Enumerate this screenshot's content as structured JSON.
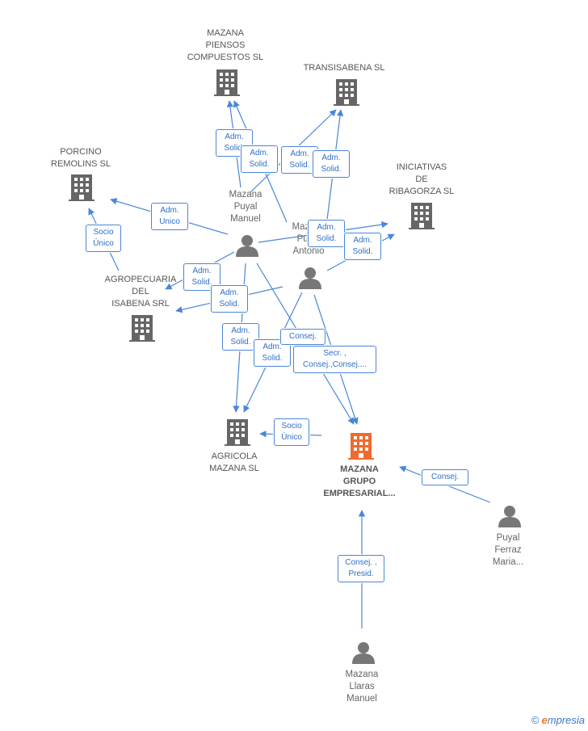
{
  "colors": {
    "edge": "#4a86d8",
    "company": "#666666",
    "focus_company": "#f06a2e",
    "person": "#777777"
  },
  "nodes": {
    "mazana_piensos": {
      "label": "MAZANA\nPIENSOS\nCOMPUESTOS SL",
      "icon": "building-icon"
    },
    "transisabena": {
      "label": "TRANSISABENA SL",
      "icon": "building-icon"
    },
    "porcino_remolins": {
      "label": "PORCINO\nREMOLINS  SL",
      "icon": "building-icon"
    },
    "iniciativas": {
      "label": "INICIATIVAS\nDE\nRIBAGORZA SL",
      "icon": "building-icon"
    },
    "agropecuaria": {
      "label": "AGROPECUARIA\nDEL\nISABENA SRL",
      "icon": "building-icon"
    },
    "agricola": {
      "label": "AGRICOLA\nMAZANA SL",
      "icon": "building-icon"
    },
    "mazana_grupo": {
      "label": "MAZANA\nGRUPO\nEMPRESARIAL...",
      "icon": "building-icon"
    },
    "mazana_puyal_manuel": {
      "label": "Mazana\nPuyal\nManuel",
      "icon": "person-icon"
    },
    "mazana_puyal_antonio": {
      "label": "Mazana\nPuyal\nAntonio",
      "icon": "person-icon"
    },
    "puyal_ferraz": {
      "label": "Puyal\nFerraz\nMaria...",
      "icon": "person-icon"
    },
    "mazana_llaras": {
      "label": "Mazana\nLlaras\nManuel",
      "icon": "person-icon"
    }
  },
  "edge_labels": {
    "e1": "Adm.\nSolid.",
    "e2": "Adm.\nSolid.",
    "e3": "Adm.\nSolid.",
    "e4": "Adm.\nSolid.",
    "e5": "Adm.\nUnico",
    "e6": "Socio\nÚnico",
    "e7": "Adm.\nSolid.",
    "e8": "Adm.\nSolid.",
    "e9": "Adm.\nSolid.",
    "e10": "Adm.\nSolid.",
    "e11": "Adm.\nSolid.",
    "e12": "Adm.\nSolid.",
    "e13": "Consej.",
    "e14": "Secr. ,\nConsej.,Consej....",
    "e15": "Socio\nÚnico",
    "e16": "Consej.",
    "e17": "Consej. ,\nPresid."
  },
  "footer": {
    "copyright": "©",
    "brand_initial": "e",
    "brand_rest": "mpresia"
  }
}
